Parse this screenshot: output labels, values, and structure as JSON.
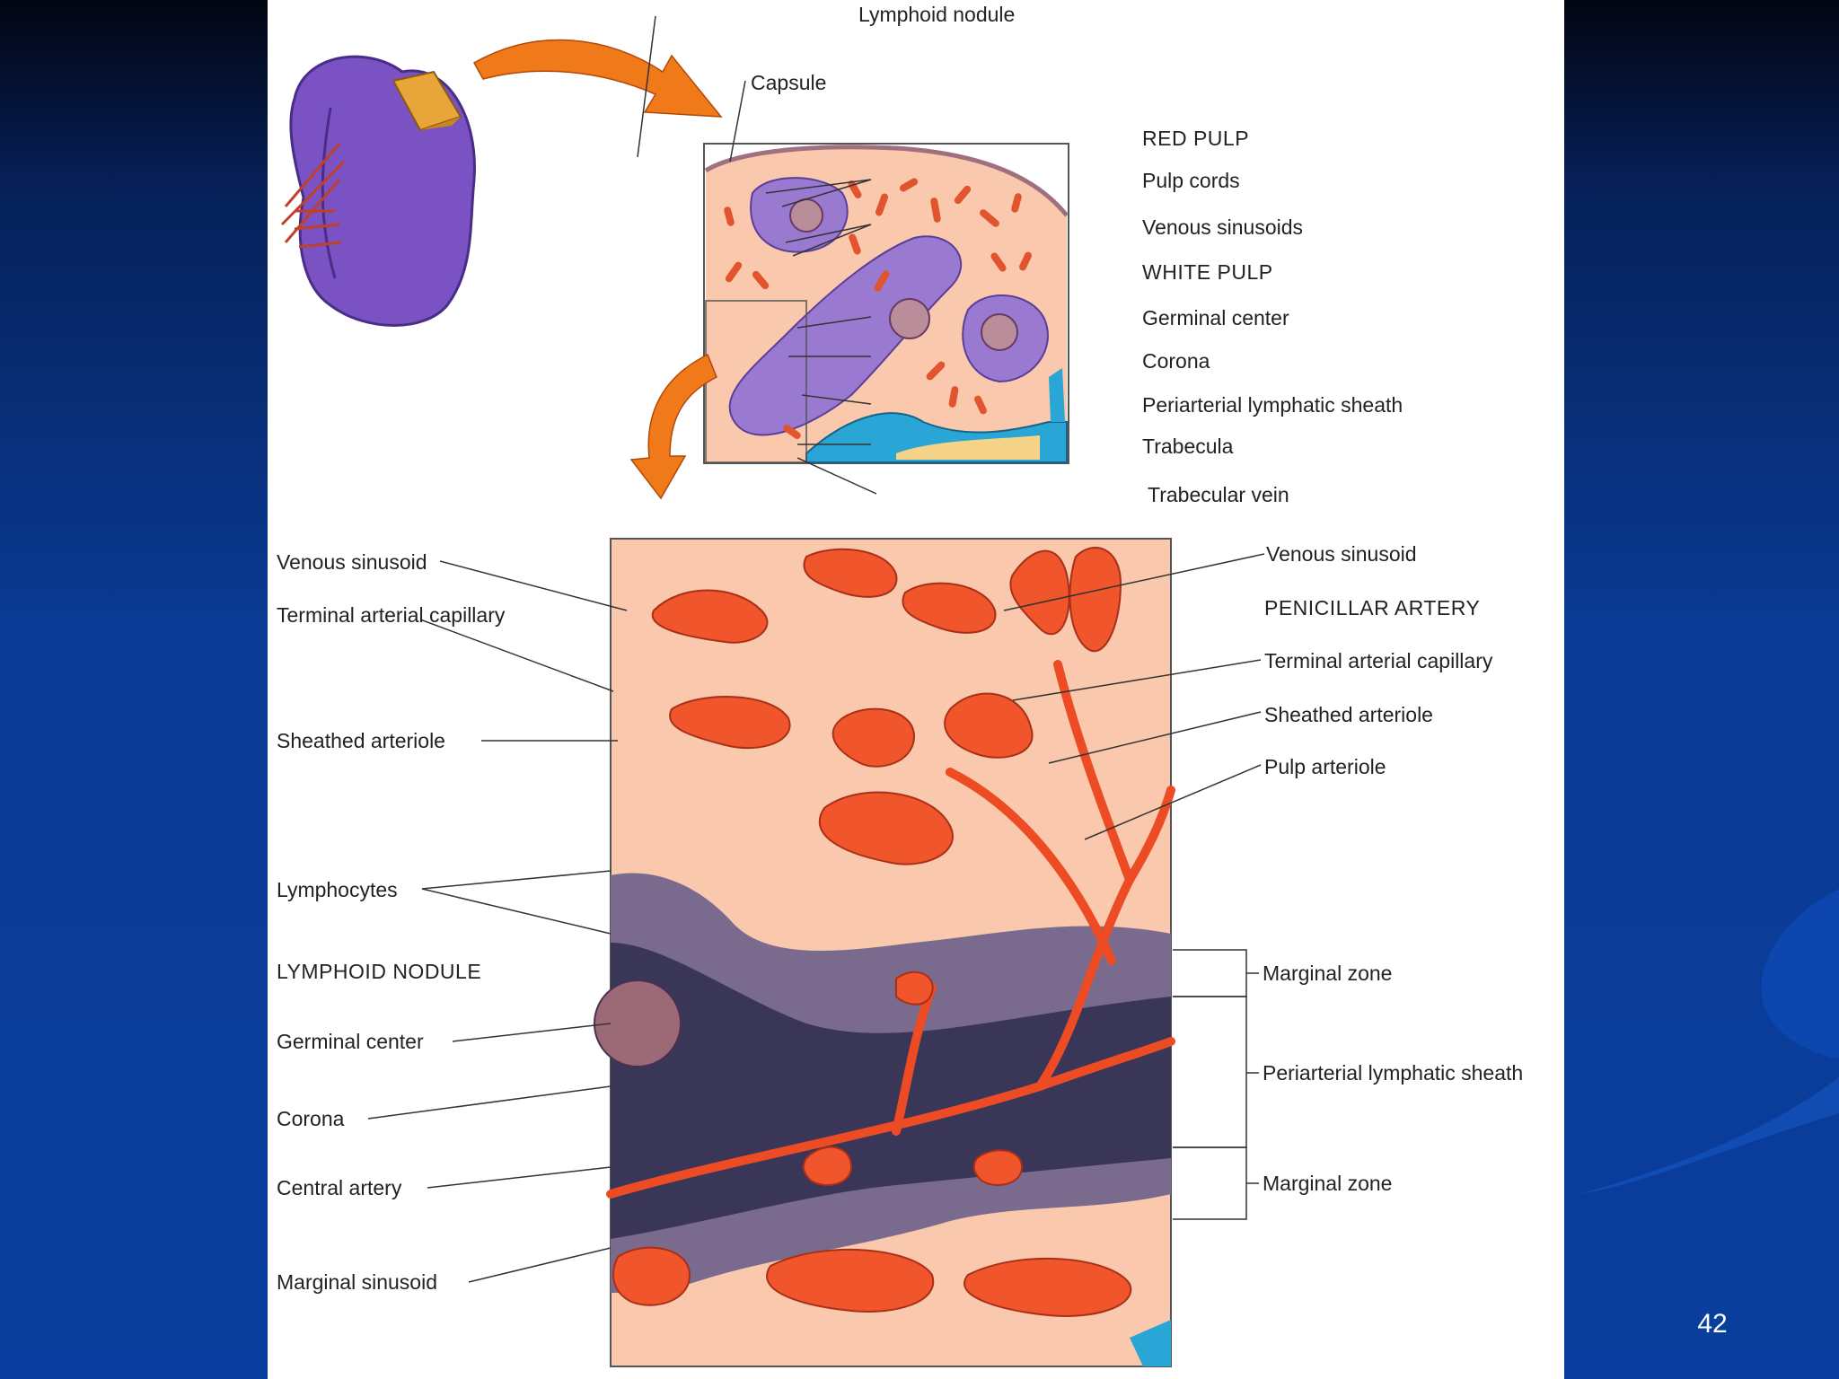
{
  "slide": {
    "page_number": "42"
  },
  "labels": {
    "top": {
      "lymphoid_nodule": "Lymphoid nodule",
      "capsule": "Capsule",
      "red_pulp": "RED PULP",
      "pulp_cords": "Pulp cords",
      "venous_sinusoids": "Venous sinusoids",
      "white_pulp": "WHITE PULP",
      "germinal_center": "Germinal center",
      "corona": "Corona",
      "periarterial_sheath": "Periarterial lymphatic sheath",
      "trabecula": "Trabecula",
      "trabecular_vein": "Trabecular vein"
    },
    "left": {
      "venous_sinusoid": "Venous sinusoid",
      "terminal_arterial_capillary": "Terminal arterial capillary",
      "sheathed_arteriole": "Sheathed arteriole",
      "lymphocytes": "Lymphocytes",
      "lymphoid_nodule": "LYMPHOID NODULE",
      "germinal_center": "Germinal center",
      "corona": "Corona",
      "central_artery": "Central artery",
      "marginal_sinusoid": "Marginal sinusoid"
    },
    "right": {
      "venous_sinusoid": "Venous sinusoid",
      "penicillar_artery": "PENICILLAR ARTERY",
      "terminal_arterial_capillary": "Terminal arterial capillary",
      "sheathed_arteriole": "Sheathed arteriole",
      "pulp_arteriole": "Pulp arteriole",
      "marginal_zone_upper": "Marginal zone",
      "periarterial_sheath": "Periarterial lymphatic sheath",
      "marginal_zone_lower": "Marginal zone"
    }
  },
  "colors": {
    "slide_background": "#0a3e9e",
    "spleen_purple": "#7a52c4",
    "pulp_background": "#f9c8ad",
    "vessel_red": "#ec4b24",
    "white_pulp_purple": "#9a7ad0",
    "lymphocyte_dark": "#3a3658",
    "trabecula_blue": "#2aa6d6",
    "arrow_orange": "#f07a1a"
  }
}
